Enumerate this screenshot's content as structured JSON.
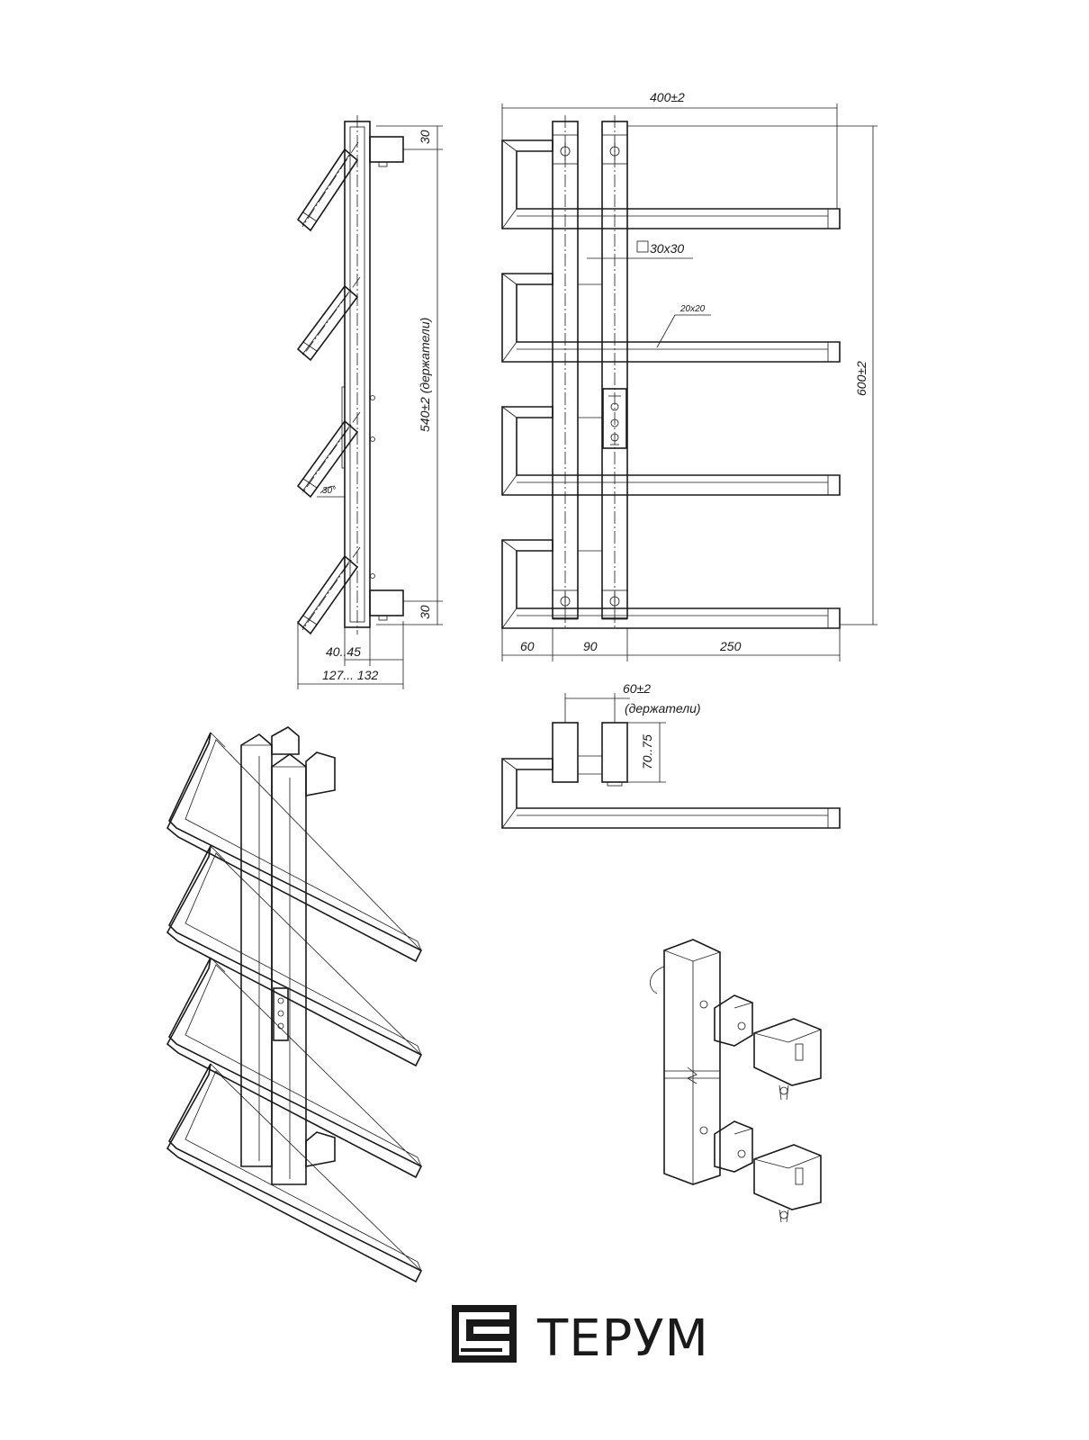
{
  "dimensions": {
    "width_overall": "400±2",
    "height_overall": "600±2",
    "holders_height": "540±2 (держатели)",
    "top_offset": "30",
    "bottom_offset": "30",
    "pipe_section": "30x30",
    "bar_section": "20x20",
    "angle": "30°",
    "seg_left": "60",
    "seg_mid": "90",
    "seg_right": "250",
    "depth_min": "40..45",
    "depth_total": "127... 132",
    "holder_spacing": "60±2",
    "holder_spacing_note": "(держатели)",
    "wall_distance": "70..75"
  },
  "brand": {
    "name": "ТЕРУМ"
  }
}
